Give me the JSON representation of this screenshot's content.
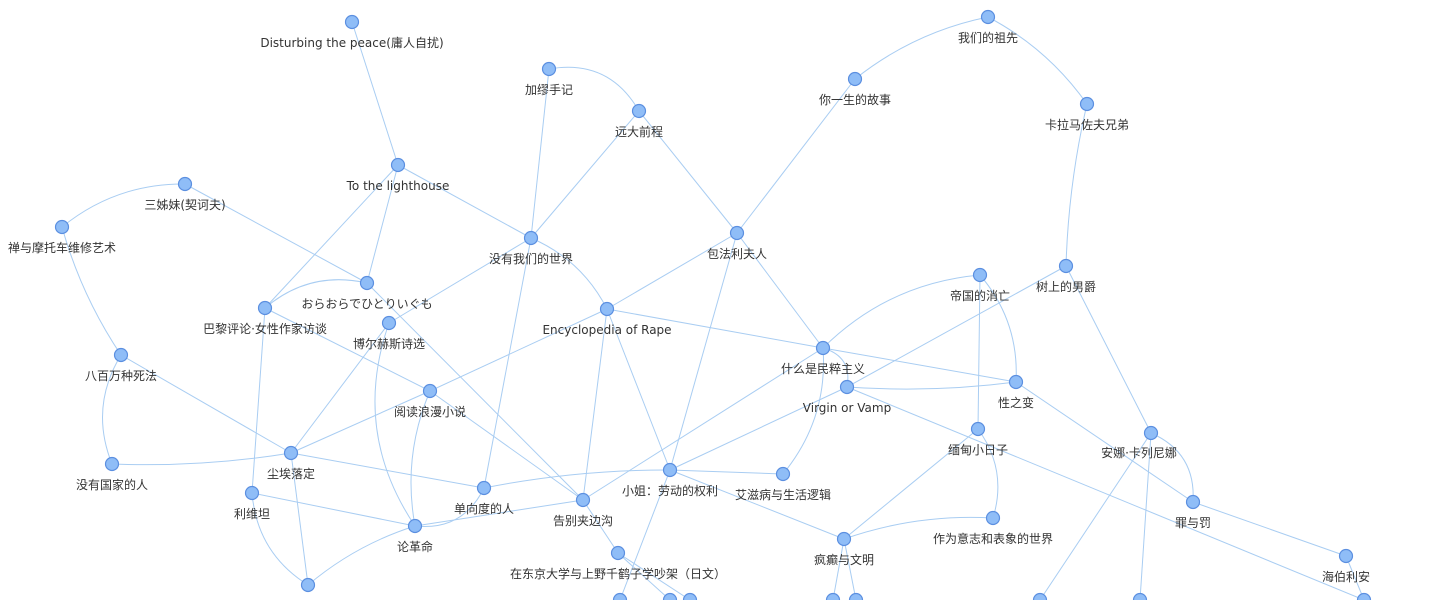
{
  "graph": {
    "colors": {
      "edge": "#a9cdf2",
      "node_fill": "#8fbdf7",
      "node_stroke": "#5b8fe0",
      "label": "#333333"
    },
    "nodes": [
      {
        "id": "n1",
        "label": "Disturbing the peace(庸人自扰)"
      },
      {
        "id": "n2",
        "label": "加缪手记"
      },
      {
        "id": "n3",
        "label": "远大前程"
      },
      {
        "id": "n4",
        "label": "我们的祖先"
      },
      {
        "id": "n5",
        "label": "你一生的故事"
      },
      {
        "id": "n6",
        "label": "卡拉马佐夫兄弟"
      },
      {
        "id": "n7",
        "label": "To the lighthouse"
      },
      {
        "id": "n8",
        "label": "三姊妹(契诃夫)"
      },
      {
        "id": "n9",
        "label": "禅与摩托车维修艺术"
      },
      {
        "id": "n10",
        "label": "没有我们的世界"
      },
      {
        "id": "n11",
        "label": "包法利夫人"
      },
      {
        "id": "n12",
        "label": "帝国的消亡"
      },
      {
        "id": "n13",
        "label": "树上的男爵"
      },
      {
        "id": "n14",
        "label": "おらおらでひとりいぐも"
      },
      {
        "id": "n15",
        "label": "巴黎评论·女性作家访谈"
      },
      {
        "id": "n16",
        "label": "博尔赫斯诗选"
      },
      {
        "id": "n17",
        "label": "Encyclopedia of Rape"
      },
      {
        "id": "n18",
        "label": "八百万种死法"
      },
      {
        "id": "n19",
        "label": "什么是民粹主义"
      },
      {
        "id": "n20",
        "label": "Virgin or Vamp"
      },
      {
        "id": "n21",
        "label": "性之变"
      },
      {
        "id": "n22",
        "label": "阅读浪漫小说"
      },
      {
        "id": "n23",
        "label": "缅甸小日子"
      },
      {
        "id": "n24",
        "label": "安娜·卡列尼娜"
      },
      {
        "id": "n25",
        "label": "没有国家的人"
      },
      {
        "id": "n26",
        "label": "尘埃落定"
      },
      {
        "id": "n27",
        "label": "小姐：劳动的权利"
      },
      {
        "id": "n28",
        "label": "艾滋病与生活逻辑"
      },
      {
        "id": "n29",
        "label": "利维坦"
      },
      {
        "id": "n30",
        "label": "单向度的人"
      },
      {
        "id": "n31",
        "label": "告别夹边沟"
      },
      {
        "id": "n32",
        "label": "罪与罚"
      },
      {
        "id": "n33",
        "label": "作为意志和表象的世界"
      },
      {
        "id": "n34",
        "label": "论革命"
      },
      {
        "id": "n35",
        "label": "疯癫与文明"
      },
      {
        "id": "n36",
        "label": "在东京大学与上野千鹤子学吵架（日文）"
      },
      {
        "id": "n37",
        "label": "海伯利安"
      },
      {
        "id": "n38",
        "label": ""
      },
      {
        "id": "n39",
        "label": ""
      },
      {
        "id": "n40",
        "label": ""
      },
      {
        "id": "n41",
        "label": ""
      },
      {
        "id": "n42",
        "label": ""
      },
      {
        "id": "n43",
        "label": ""
      },
      {
        "id": "n44",
        "label": ""
      },
      {
        "id": "n45",
        "label": ""
      },
      {
        "id": "n46",
        "label": ""
      }
    ],
    "edges": [
      [
        "n1",
        "n7"
      ],
      [
        "n7",
        "n14"
      ],
      [
        "n7",
        "n10"
      ],
      [
        "n7",
        "n15"
      ],
      [
        "n2",
        "n10"
      ],
      [
        "n2",
        "n3"
      ],
      [
        "n3",
        "n10"
      ],
      [
        "n3",
        "n11"
      ],
      [
        "n4",
        "n5"
      ],
      [
        "n4",
        "n6"
      ],
      [
        "n5",
        "n11"
      ],
      [
        "n6",
        "n13"
      ],
      [
        "n8",
        "n9"
      ],
      [
        "n8",
        "n14"
      ],
      [
        "n9",
        "n18"
      ],
      [
        "n10",
        "n16"
      ],
      [
        "n10",
        "n17"
      ],
      [
        "n10",
        "n30"
      ],
      [
        "n11",
        "n17"
      ],
      [
        "n11",
        "n27"
      ],
      [
        "n11",
        "n19"
      ],
      [
        "n12",
        "n19"
      ],
      [
        "n12",
        "n21"
      ],
      [
        "n12",
        "n23"
      ],
      [
        "n13",
        "n20"
      ],
      [
        "n13",
        "n24"
      ],
      [
        "n14",
        "n15"
      ],
      [
        "n14",
        "n31"
      ],
      [
        "n15",
        "n22"
      ],
      [
        "n15",
        "n29"
      ],
      [
        "n16",
        "n26"
      ],
      [
        "n16",
        "n34"
      ],
      [
        "n17",
        "n22"
      ],
      [
        "n17",
        "n19"
      ],
      [
        "n17",
        "n27"
      ],
      [
        "n17",
        "n31"
      ],
      [
        "n18",
        "n26"
      ],
      [
        "n18",
        "n25"
      ],
      [
        "n19",
        "n20"
      ],
      [
        "n19",
        "n21"
      ],
      [
        "n19",
        "n28"
      ],
      [
        "n19",
        "n31"
      ],
      [
        "n20",
        "n21"
      ],
      [
        "n20",
        "n27"
      ],
      [
        "n20",
        "n38"
      ],
      [
        "n21",
        "n32"
      ],
      [
        "n22",
        "n26"
      ],
      [
        "n22",
        "n34"
      ],
      [
        "n22",
        "n31"
      ],
      [
        "n23",
        "n35"
      ],
      [
        "n23",
        "n33"
      ],
      [
        "n24",
        "n32"
      ],
      [
        "n24",
        "n43"
      ],
      [
        "n24",
        "n44"
      ],
      [
        "n25",
        "n26"
      ],
      [
        "n26",
        "n30"
      ],
      [
        "n26",
        "n39"
      ],
      [
        "n27",
        "n28"
      ],
      [
        "n27",
        "n30"
      ],
      [
        "n27",
        "n35"
      ],
      [
        "n27",
        "n40"
      ],
      [
        "n29",
        "n34"
      ],
      [
        "n29",
        "n39"
      ],
      [
        "n30",
        "n34"
      ],
      [
        "n31",
        "n36"
      ],
      [
        "n31",
        "n34"
      ],
      [
        "n32",
        "n37"
      ],
      [
        "n33",
        "n35"
      ],
      [
        "n34",
        "n39"
      ],
      [
        "n35",
        "n41"
      ],
      [
        "n35",
        "n42"
      ],
      [
        "n36",
        "n45"
      ],
      [
        "n36",
        "n46"
      ],
      [
        "n37",
        "n38"
      ]
    ]
  }
}
